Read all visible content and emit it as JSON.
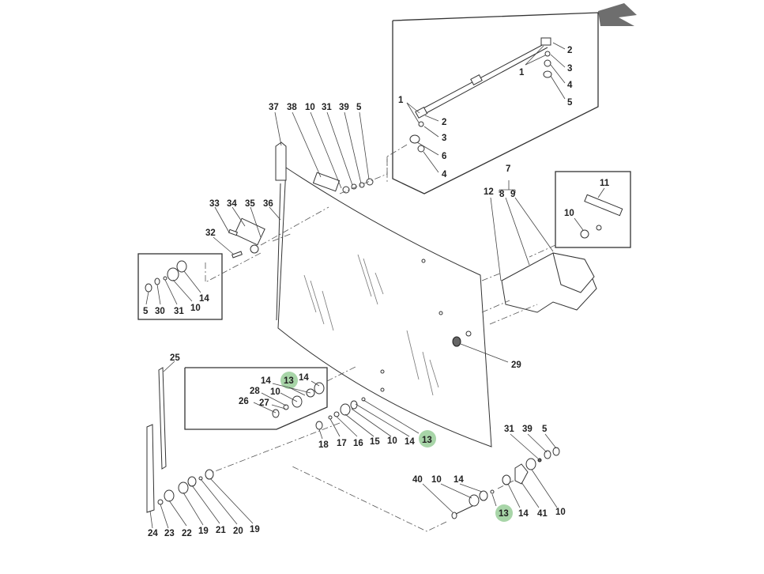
{
  "diagram": {
    "title": "Windscreen assembly exploded view",
    "highlight_color": "#a8d5a8",
    "arrow_color": "#6e6e6e",
    "highlighted_part": "13",
    "callouts": {
      "gas_strut": {
        "upper_end": [
          "2",
          "1",
          "3",
          "4",
          "5"
        ],
        "lower_end": [
          "1",
          "2",
          "3",
          "6",
          "4"
        ]
      },
      "top_hinge": [
        "37",
        "38",
        "10",
        "31",
        "39",
        "5"
      ],
      "left_latch": [
        "33",
        "34",
        "35",
        "36",
        "32"
      ],
      "left_inset": [
        "14",
        "5",
        "30",
        "31",
        "10"
      ],
      "right_bracket": {
        "group": "7",
        "items": [
          "12",
          "8",
          "9"
        ]
      },
      "right_inset": [
        "11",
        "10"
      ],
      "grommet": "29",
      "wiper": [
        "25",
        "24",
        "23",
        "22",
        "19",
        "21",
        "20",
        "19"
      ],
      "lower_inset": [
        "14",
        "13",
        "14",
        "28",
        "10",
        "26",
        "27"
      ],
      "lower_pivot": [
        "18",
        "17",
        "16",
        "15",
        "10",
        "14",
        "13"
      ],
      "bottom_right": [
        "31",
        "39",
        "5",
        "40",
        "10",
        "14",
        "13",
        "14",
        "41",
        "10"
      ]
    }
  }
}
